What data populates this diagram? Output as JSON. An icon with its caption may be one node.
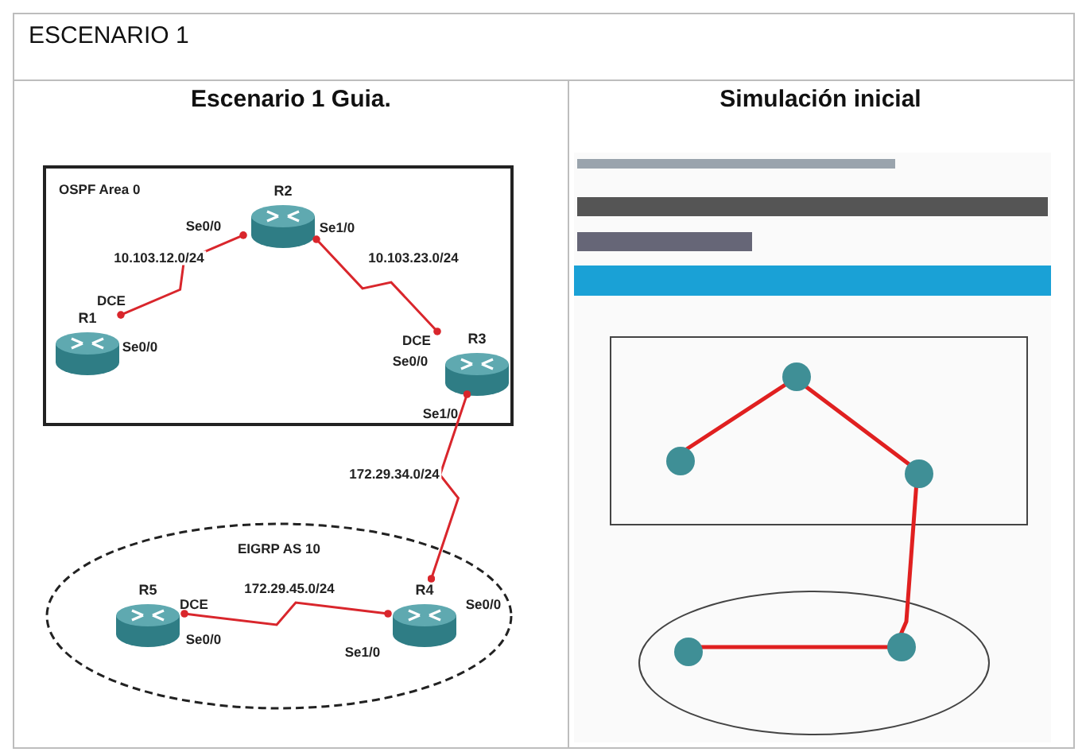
{
  "diagram": {
    "title": "ESCENARIO 1",
    "nodes": [
      {
        "text": [
          "OSPF Area 0"
        ]
      },
      {
        "text": [
          "R2"
        ],
        "in": 0
      },
      {
        "text": [
          "R1"
        ],
        "in": 0
      },
      {
        "text": [
          "R3"
        ],
        "in": 0
      },
      {
        "text": [
          "EIGRP AS 10"
        ]
      },
      {
        "text": [
          "R5"
        ],
        "in": 4
      },
      {
        "text": [
          "R4"
        ],
        "in": 4
      }
    ],
    "edges": [
      {
        "from": 2,
        "to": 1,
        "arrow": "other",
        "label": "10.103.12.0/24",
        "color": "#d9262c"
      },
      {
        "from": 1,
        "to": 3,
        "arrow": "other",
        "label": "10.103.23.0/24",
        "color": "#d9262c"
      },
      {
        "from": 3,
        "to": 6,
        "arrow": "other",
        "label": "172.29.34.0/24",
        "color": "#d9262c"
      },
      {
        "from": 5,
        "to": 6,
        "arrow": "other",
        "label": "172.29.45.0/24",
        "color": "#d9262c"
      }
    ],
    "labels": [
      "Escenario 1 Guia.",
      "Simulación inicial",
      "Se0/0",
      "Se1/0",
      "DCE",
      "DCE",
      "Se0/0",
      "Se0/0",
      "Se1/0",
      "Se0/0",
      "DCE",
      "Se0/0",
      "Se1/0"
    ]
  }
}
